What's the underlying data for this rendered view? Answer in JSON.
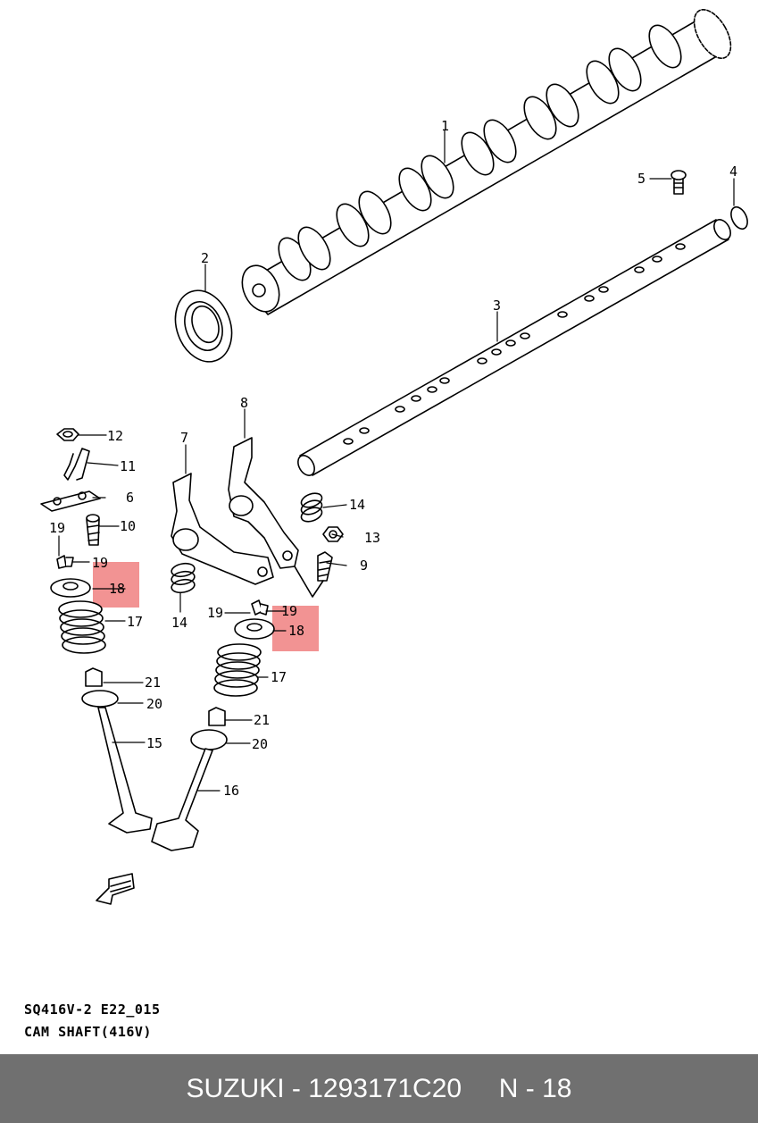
{
  "caption": {
    "code": "SQ416V-2 E22_015",
    "title": "CAM SHAFT(416V)"
  },
  "footer": {
    "brand": "SUZUKI",
    "separator": " - ",
    "part_number": "1293171C20",
    "position_label": "N - 18"
  },
  "highlight_color": "#f08080",
  "callouts": {
    "c1": "1",
    "c2": "2",
    "c3": "3",
    "c4": "4",
    "c5": "5",
    "c6": "6",
    "c7": "7",
    "c8": "8",
    "c9": "9",
    "c10": "10",
    "c11": "11",
    "c12": "12",
    "c13": "13",
    "c14a": "14",
    "c14b": "14",
    "c15": "15",
    "c16": "16",
    "c17a": "17",
    "c17b": "17",
    "c18a": "18",
    "c18b": "18",
    "c19a": "19",
    "c19b": "19",
    "c19c": "19",
    "c19d": "19",
    "c20a": "20",
    "c20b": "20",
    "c21a": "21",
    "c21b": "21"
  }
}
